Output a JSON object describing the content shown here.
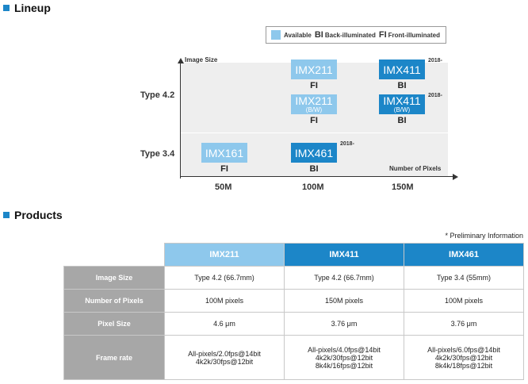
{
  "lineup": {
    "title": "Lineup",
    "legend": {
      "available": "Available",
      "bi": "BI",
      "bi_text": "Back-illuminated",
      "fi": "FI",
      "fi_text": "Front-illuminated"
    },
    "y_axis_title": "Image Size",
    "x_axis_title": "Number of Pixels",
    "rows": [
      "Type 4.2",
      "Type 3.4"
    ],
    "cols": [
      "50M",
      "100M",
      "150M"
    ],
    "sensors": [
      {
        "name": "IMX211",
        "sub": "",
        "type": "FI",
        "year": ""
      },
      {
        "name": "IMX211",
        "sub": "(B/W)",
        "type": "FI",
        "year": ""
      },
      {
        "name": "IMX411",
        "sub": "",
        "type": "BI",
        "year": "2018-"
      },
      {
        "name": "IMX411",
        "sub": "(B/W)",
        "type": "BI",
        "year": "2018-"
      },
      {
        "name": "IMX161",
        "sub": "",
        "type": "FI",
        "year": ""
      },
      {
        "name": "IMX461",
        "sub": "",
        "type": "BI",
        "year": "2018-"
      }
    ],
    "colors": {
      "available": "#8ec8ec",
      "new": "#1c86c8",
      "chart_bg": "#eeeeee"
    }
  },
  "products": {
    "title": "Products",
    "note": "* Preliminary Information",
    "columns": [
      "IMX211",
      "IMX411",
      "IMX461"
    ],
    "rows": [
      {
        "label": "Image Size",
        "values": [
          "Type 4.2 (66.7mm)",
          "Type 4.2 (66.7mm)",
          "Type 3.4 (55mm)"
        ]
      },
      {
        "label": "Number of Pixels",
        "values": [
          "100M pixels",
          "150M pixels",
          "100M pixels"
        ]
      },
      {
        "label": "Pixel Size",
        "values": [
          "4.6 μm",
          "3.76 μm",
          "3.76 μm"
        ]
      },
      {
        "label": "Frame rate",
        "values": [
          [
            "All-pixels/2.0fps@14bit",
            "4k2k/30fps@12bit"
          ],
          [
            "All-pixels/4.0fps@14bit",
            "4k2k/30fps@12bit",
            "8k4k/16fps@12bit"
          ],
          [
            "All-pixels/6.0fps@14bit",
            "4k2k/30fps@12bit",
            "8k4k/18fps@12bit"
          ]
        ]
      }
    ]
  }
}
